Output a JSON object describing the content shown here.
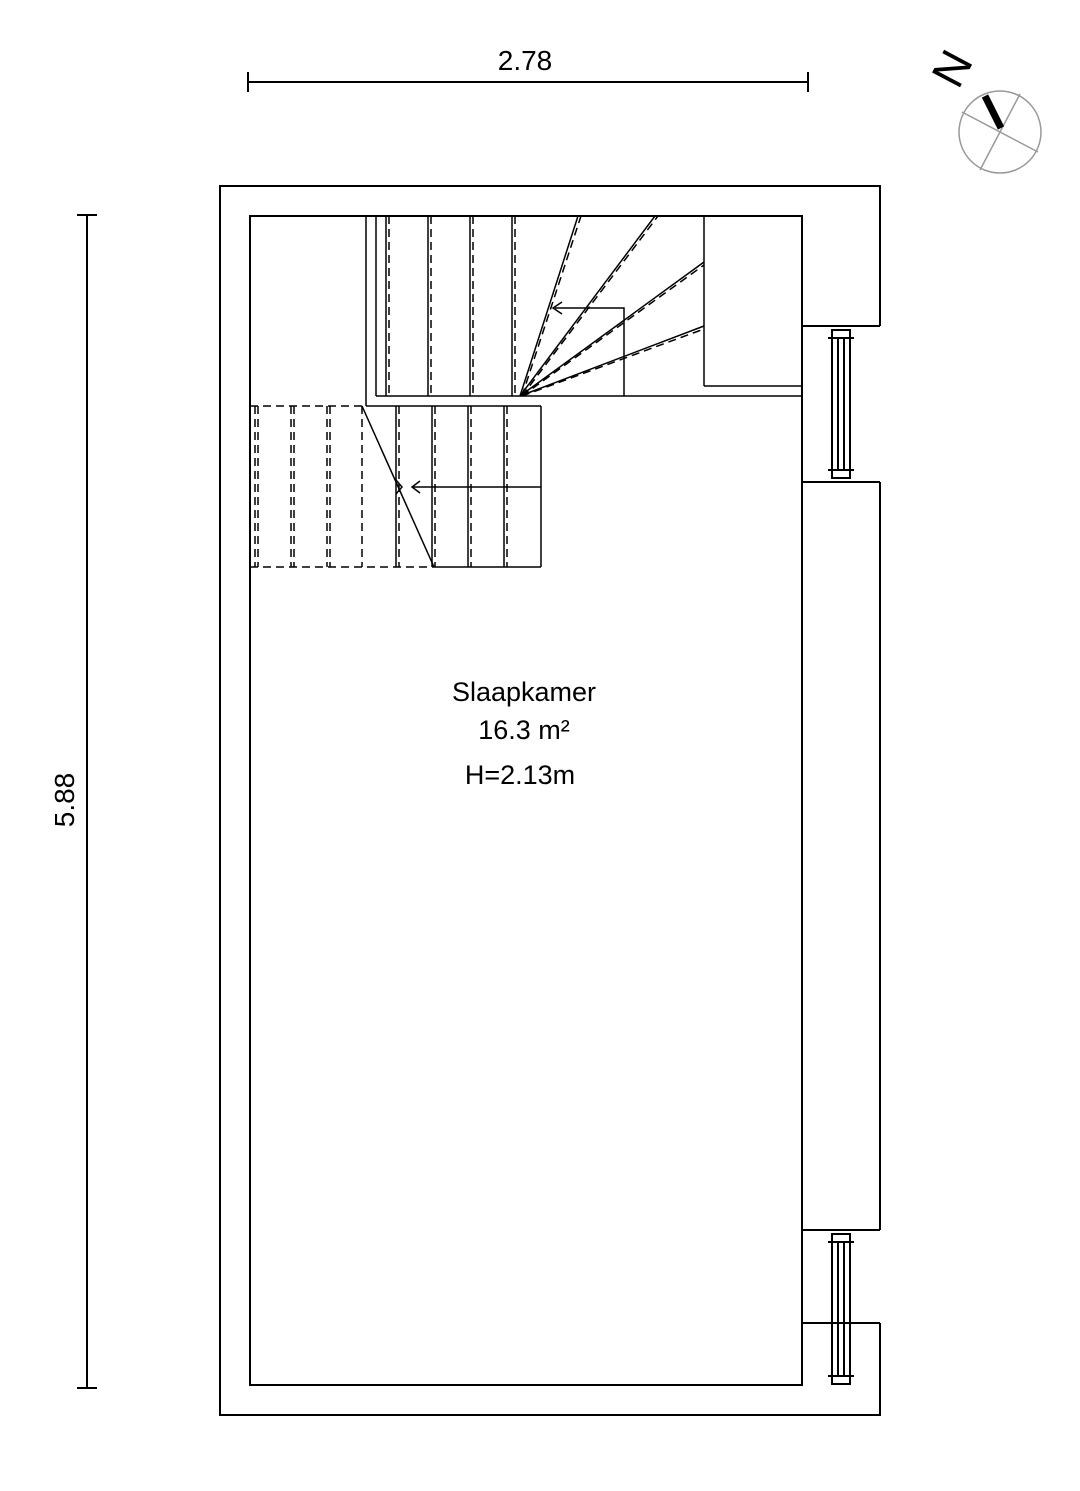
{
  "dimensions": {
    "width": "2.78",
    "length": "5.88"
  },
  "room": {
    "name": "Slaapkamer",
    "area": "16.3 m²",
    "height": "H=2.13m"
  },
  "compass": {
    "label": "N"
  },
  "colors": {
    "line": "#000000",
    "background": "#ffffff",
    "compass_stroke": "#999999"
  }
}
